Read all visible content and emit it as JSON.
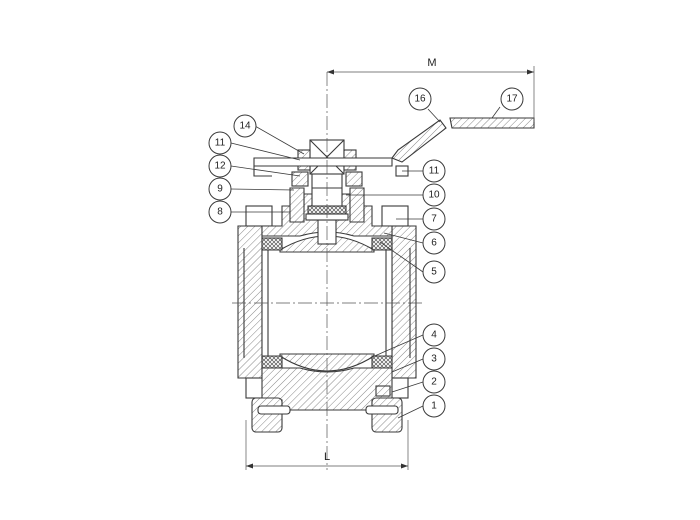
{
  "dimensions": {
    "M": "M",
    "L": "L"
  },
  "callouts": [
    "1",
    "2",
    "3",
    "4",
    "5",
    "6",
    "7",
    "8",
    "9",
    "10",
    "11",
    "11",
    "12",
    "14",
    "16",
    "17"
  ]
}
